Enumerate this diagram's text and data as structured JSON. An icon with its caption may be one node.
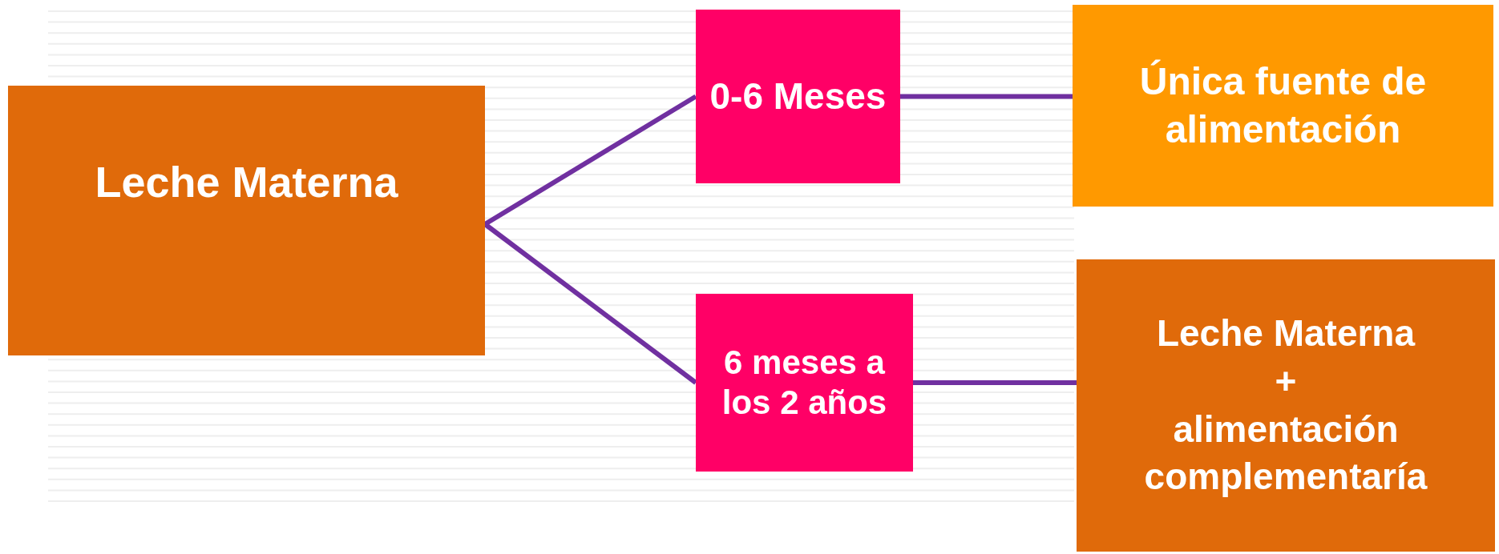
{
  "diagram": {
    "nodes": [
      {
        "text": [
          "Leche Materna"
        ]
      },
      {
        "text": [
          "0-6 Meses"
        ]
      },
      {
        "text": [
          "Única fuente de alimentación"
        ]
      },
      {
        "text": [
          "6 meses a los 2 años"
        ]
      },
      {
        "text": [
          "Leche Materna",
          "+",
          "alimentación complementaría"
        ]
      }
    ],
    "edges": [
      {
        "from": 0,
        "to": 1,
        "arrow": "none"
      },
      {
        "from": 0,
        "to": 3,
        "arrow": "none"
      },
      {
        "from": 1,
        "to": 2,
        "arrow": "none"
      },
      {
        "from": 3,
        "to": 4,
        "arrow": "none"
      }
    ]
  }
}
